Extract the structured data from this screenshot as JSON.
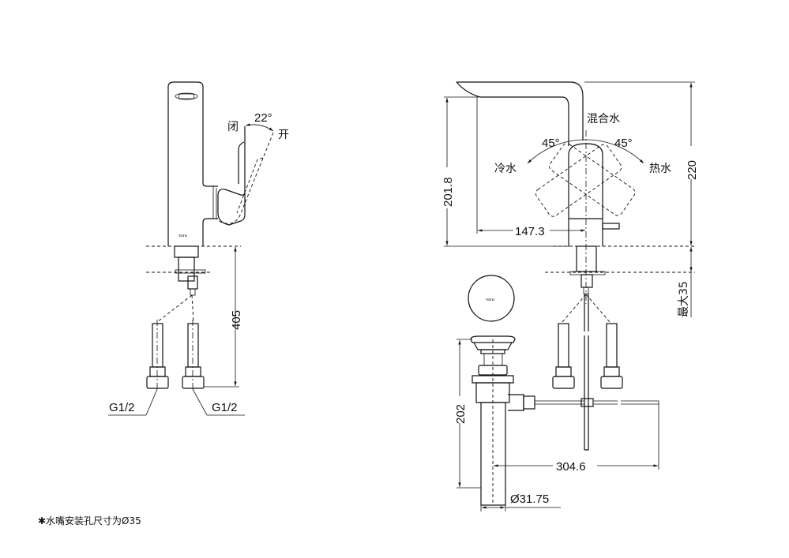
{
  "side_view": {
    "angle_label": "22°",
    "closed_label": "闭",
    "open_label": "开",
    "height_dim": "405",
    "inlet_left": "G1/2",
    "inlet_right": "G1/2",
    "brand_mark": "TOTO"
  },
  "front_view": {
    "mixed_label": "混合水",
    "left_angle": "45°",
    "right_angle": "45°",
    "cold_label": "冷水",
    "hot_label": "热水",
    "total_height_dim": "220",
    "spout_height_dim": "201.8",
    "spout_reach_dim": "147.3",
    "max_thickness_dim": "最大35"
  },
  "drain_view": {
    "brand_mark": "TOTO",
    "drain_height_dim": "202",
    "rod_length_dim": "304.6",
    "pipe_diameter_dim": "Ø31.75"
  },
  "footnote": "✱水嘴安装孔尺寸为Ø35"
}
